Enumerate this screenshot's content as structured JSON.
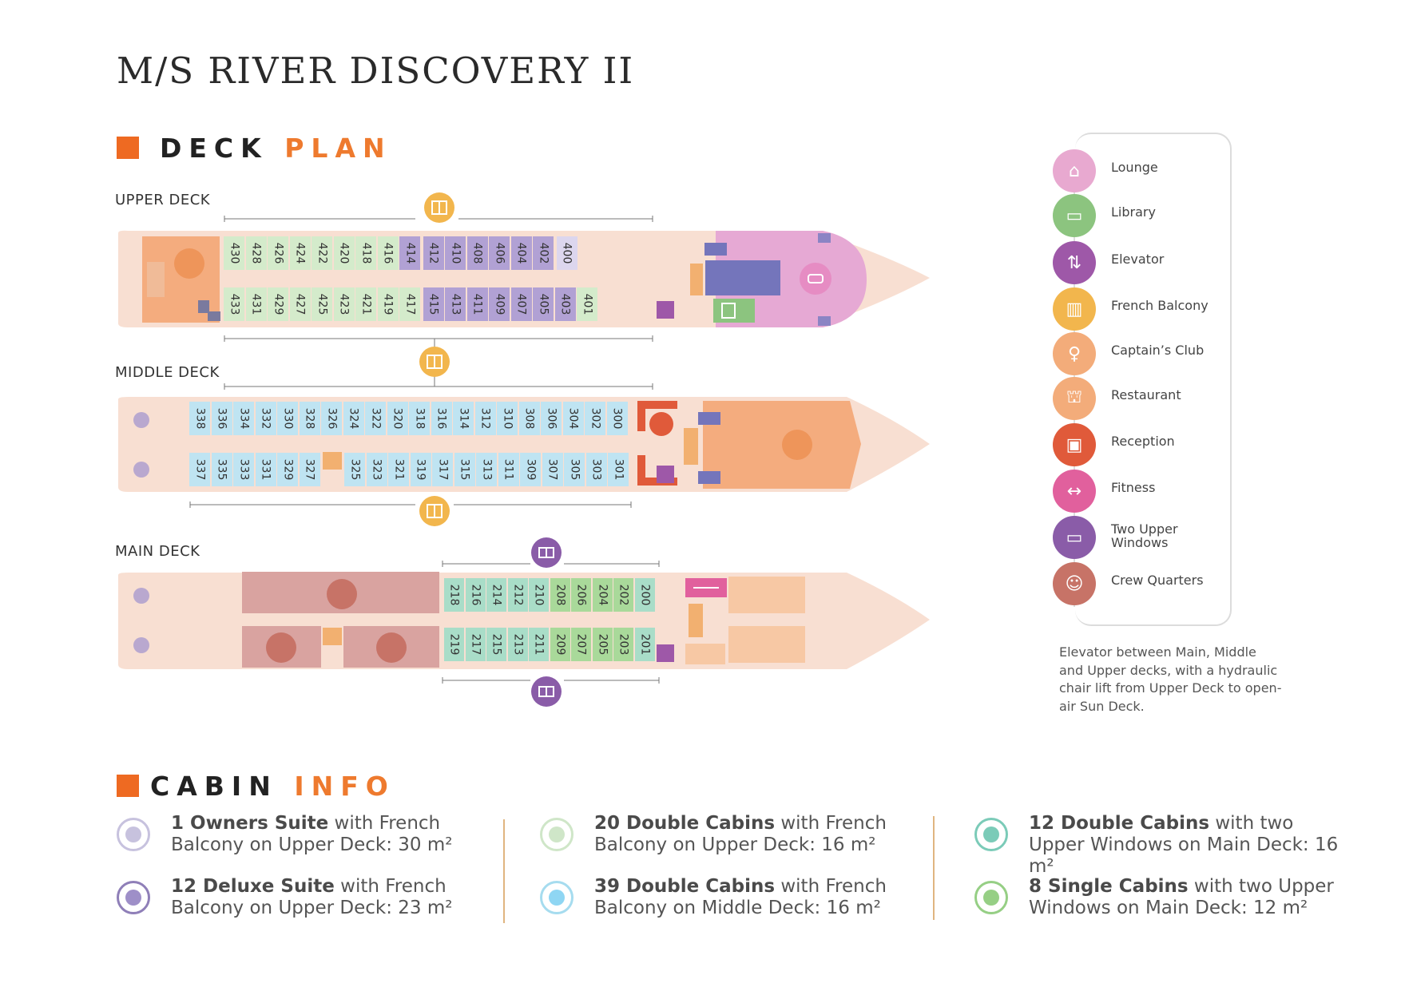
{
  "title": "M/S RIVER DISCOVERY II",
  "deck_plan": {
    "word1": "DECK",
    "word2": "PLAN"
  },
  "cabin_info_head": {
    "word1": "CABIN",
    "word2": "INFO"
  },
  "decks": {
    "upper": {
      "label": "UPPER DECK",
      "top_row": [
        "430",
        "428",
        "426",
        "424",
        "422",
        "420",
        "418",
        "416",
        "414",
        "412",
        "410",
        "408",
        "406",
        "404",
        "402",
        "400"
      ],
      "bottom_row": [
        "433",
        "431",
        "429",
        "427",
        "425",
        "423",
        "421",
        "419",
        "417",
        "415",
        "413",
        "411",
        "409",
        "407",
        "405",
        "403",
        "401"
      ]
    },
    "middle": {
      "label": "MIDDLE DECK",
      "top_row": [
        "338",
        "336",
        "334",
        "332",
        "330",
        "328",
        "326",
        "324",
        "322",
        "320",
        "318",
        "316",
        "314",
        "312",
        "310",
        "308",
        "306",
        "304",
        "302",
        "300"
      ],
      "bottom_row": [
        "337",
        "335",
        "333",
        "331",
        "329",
        "327",
        "325",
        "323",
        "321",
        "319",
        "317",
        "315",
        "313",
        "311",
        "309",
        "307",
        "305",
        "303",
        "301"
      ]
    },
    "main": {
      "label": "MAIN DECK",
      "top_row": [
        "218",
        "216",
        "214",
        "212",
        "210",
        "208",
        "206",
        "204",
        "202",
        "200"
      ],
      "bottom_row": [
        "219",
        "217",
        "215",
        "213",
        "211",
        "209",
        "207",
        "205",
        "203",
        "201"
      ]
    }
  },
  "legend": [
    {
      "label": "Lounge",
      "icon": "sofa-icon",
      "color": "#e8a9d0"
    },
    {
      "label": "Library",
      "icon": "book-icon",
      "color": "#8cc47f"
    },
    {
      "label": "Elevator",
      "icon": "elevator-icon",
      "color": "#9e58a8"
    },
    {
      "label": "French Balcony",
      "icon": "balcony-icon",
      "color": "#f2b64d"
    },
    {
      "label": "Captain’s Club",
      "icon": "glasses-icon",
      "color": "#f3ac7a"
    },
    {
      "label": "Restaurant",
      "icon": "restaurant-icon",
      "color": "#f3ac7a"
    },
    {
      "label": "Reception",
      "icon": "reception-icon",
      "color": "#e05a3a"
    },
    {
      "label": "Fitness",
      "icon": "dumbbell-icon",
      "color": "#e1609d"
    },
    {
      "label": "Two Upper Windows",
      "icon": "windows-icon",
      "color": "#8a5ca8"
    },
    {
      "label": "Crew Quarters",
      "icon": "crew-icon",
      "color": "#c77367"
    }
  ],
  "elevator_note": "Elevator between Main,  Middle and Upper decks,  with a hydraulic chair lift  from Upper Deck to open-air Sun Deck.",
  "cabin_info": [
    {
      "bold": "1 Owners Suite",
      "rest": " with French Balcony on Upper Deck: 30 m²",
      "ring": "#c7c2de",
      "dot": "#c7c2de"
    },
    {
      "bold": "12 Deluxe Suite",
      "rest": " with French Balcony on Upper Deck: 23 m²",
      "ring": "#8f7fb8",
      "dot": "#9e8fc8"
    },
    {
      "bold": "20 Double Cabins",
      "rest": " with French Balcony on Upper Deck: 16 m²",
      "ring": "#cfe6c8",
      "dot": "#cfe6c8"
    },
    {
      "bold": "39 Double Cabins",
      "rest": "  with French Balcony on Middle Deck: 16 m²",
      "ring": "#a6dcef",
      "dot": "#8fd6f3"
    },
    {
      "bold": "12 Double Cabins",
      "rest": "  with two Upper Windows on Main Deck: 16 m²",
      "ring": "#7bcbb8",
      "dot": "#7bcbb8"
    },
    {
      "bold": "8 Single Cabins",
      "rest": " with two Upper Windows on Main Deck: 12 m²",
      "ring": "#96cf85",
      "dot": "#96cf85"
    }
  ]
}
